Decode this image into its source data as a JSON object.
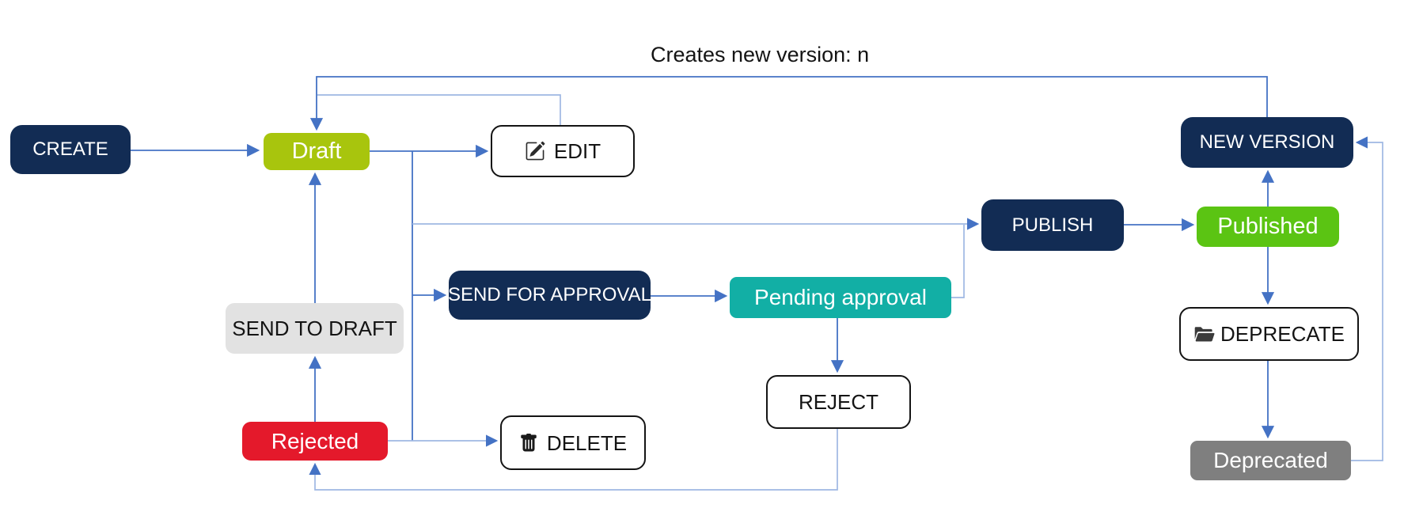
{
  "annotation": {
    "creates_new_version": "Creates new version: n"
  },
  "colors": {
    "navy": "#122C54",
    "draft_green": "#A8C50D",
    "published_green": "#5BC413",
    "teal": "#12AFA5",
    "red": "#E4192B",
    "gray": "#7F7F7F",
    "light_gray": "#E2E2E2",
    "ink": "#141414",
    "line": "#4472C4",
    "line_light": "#9FB8E3"
  },
  "nodes": {
    "create": {
      "label": "CREATE",
      "kind": "action"
    },
    "draft": {
      "label": "Draft",
      "kind": "state"
    },
    "edit": {
      "label": "EDIT",
      "kind": "action",
      "icon": "edit-icon"
    },
    "send_to_draft": {
      "label": "SEND TO DRAFT",
      "kind": "action"
    },
    "send_for_approval": {
      "label": "SEND FOR APPROVAL",
      "kind": "action"
    },
    "pending_approval": {
      "label": "Pending approval",
      "kind": "state"
    },
    "publish": {
      "label": "PUBLISH",
      "kind": "action"
    },
    "published": {
      "label": "Published",
      "kind": "state"
    },
    "new_version": {
      "label": "NEW VERSION",
      "kind": "action"
    },
    "deprecate": {
      "label": "DEPRECATE",
      "kind": "action",
      "icon": "folder-open-icon"
    },
    "deprecated": {
      "label": "Deprecated",
      "kind": "state"
    },
    "rejected": {
      "label": "Rejected",
      "kind": "state"
    },
    "delete": {
      "label": "DELETE",
      "kind": "action",
      "icon": "trash-icon"
    },
    "reject": {
      "label": "REJECT",
      "kind": "action"
    }
  },
  "edges": [
    {
      "from": "create",
      "to": "draft"
    },
    {
      "from": "draft",
      "to": "edit"
    },
    {
      "from": "edit",
      "to": "draft",
      "label": "Creates new version: n"
    },
    {
      "from": "new_version",
      "to": "draft",
      "label": "Creates new version: n"
    },
    {
      "from": "draft",
      "to": "publish"
    },
    {
      "from": "draft",
      "to": "send_for_approval"
    },
    {
      "from": "draft",
      "to": "delete"
    },
    {
      "from": "send_for_approval",
      "to": "pending_approval"
    },
    {
      "from": "pending_approval",
      "to": "publish"
    },
    {
      "from": "pending_approval",
      "to": "reject"
    },
    {
      "from": "publish",
      "to": "published"
    },
    {
      "from": "published",
      "to": "new_version"
    },
    {
      "from": "published",
      "to": "deprecate"
    },
    {
      "from": "deprecate",
      "to": "deprecated"
    },
    {
      "from": "deprecated",
      "to": "new_version"
    },
    {
      "from": "reject",
      "to": "rejected"
    },
    {
      "from": "rejected",
      "to": "send_to_draft"
    },
    {
      "from": "rejected",
      "to": "delete"
    },
    {
      "from": "send_to_draft",
      "to": "draft"
    }
  ]
}
